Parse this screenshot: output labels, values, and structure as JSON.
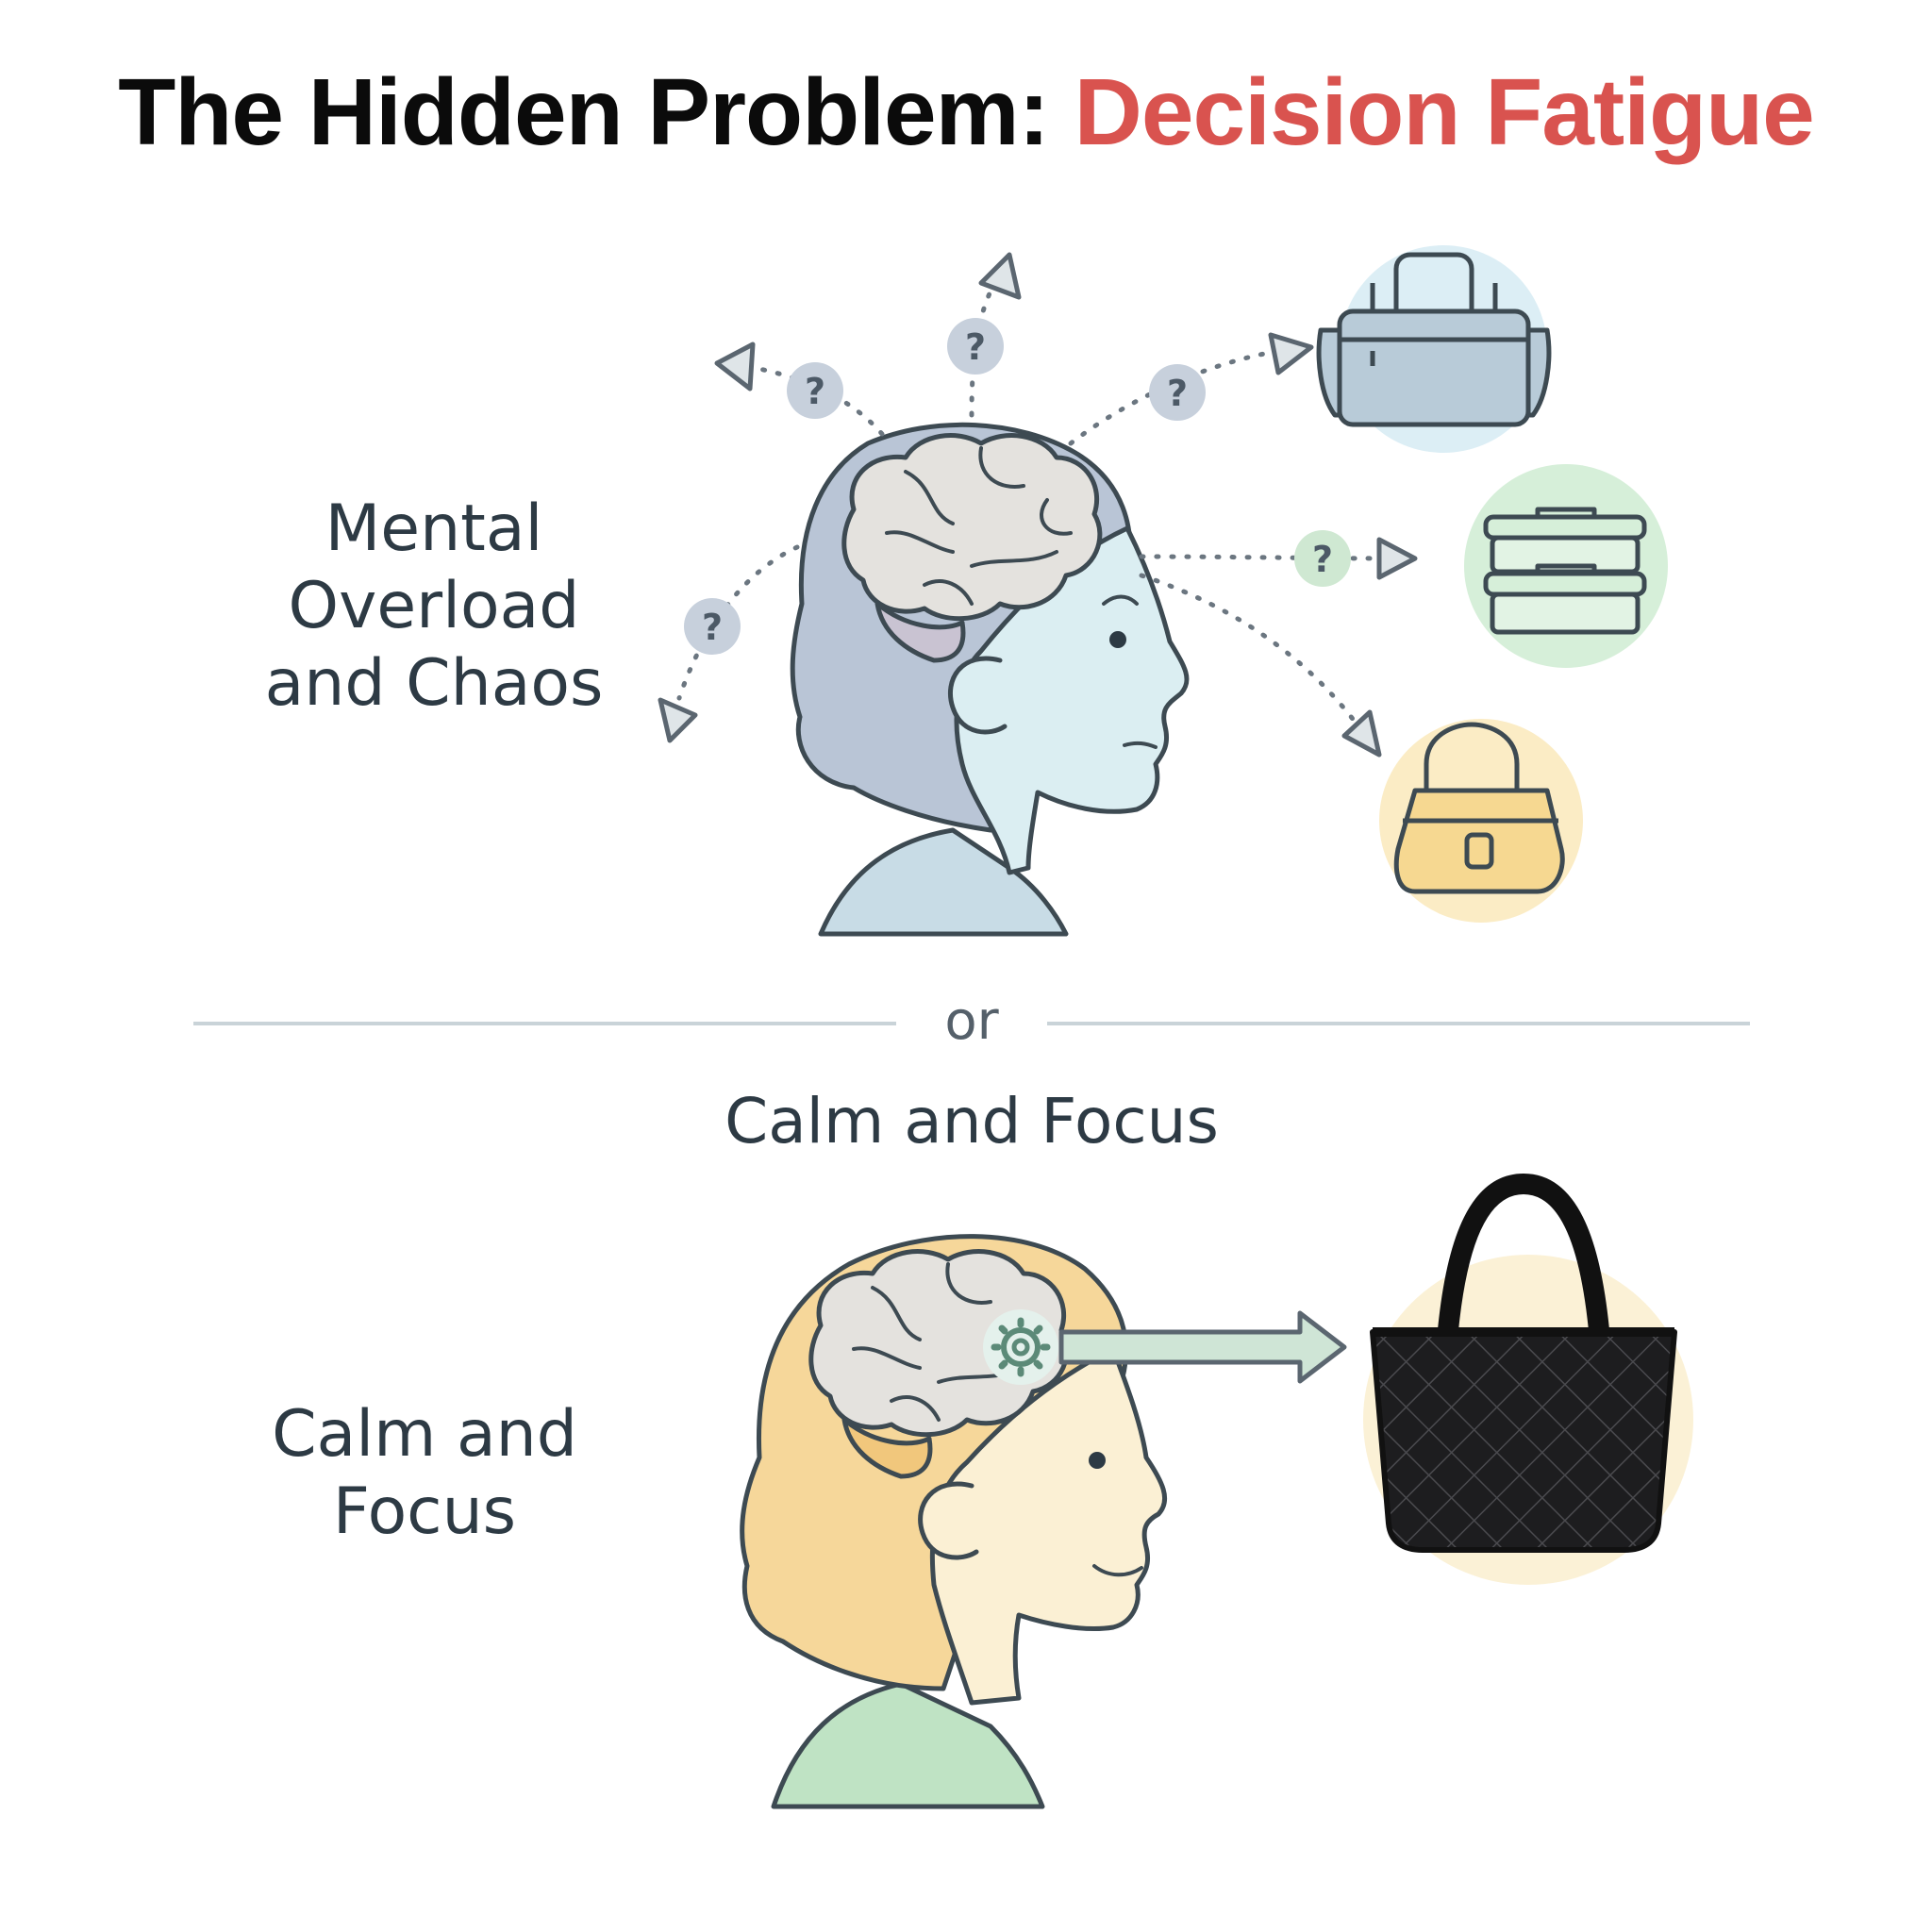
{
  "title": {
    "main": "The Hidden Problem: ",
    "accent": "Decision Fatigue"
  },
  "top_section": {
    "label_line1": "Mental",
    "label_line2": "Overload",
    "label_line3": "and Chaos",
    "question_mark": "?"
  },
  "divider": {
    "text": "or"
  },
  "bottom_section": {
    "heading": "Calm and Focus",
    "label_line1": "Calm and",
    "label_line2": "Focus"
  },
  "colors": {
    "accent": "#d9534f",
    "ink": "#3d4a52",
    "overload_hair": "#b9c5d6",
    "overload_skin": "#dbeef2",
    "calm_hair": "#f6d79a",
    "calm_skin": "#fbf0d4",
    "calm_shirt": "#bfe3c4",
    "brain": "#e4e2de"
  },
  "icons": [
    "question-icon",
    "briefcase-icon",
    "food-container-icon",
    "handbag-icon",
    "gear-icon",
    "tote-bag-icon",
    "arrow-icon"
  ]
}
